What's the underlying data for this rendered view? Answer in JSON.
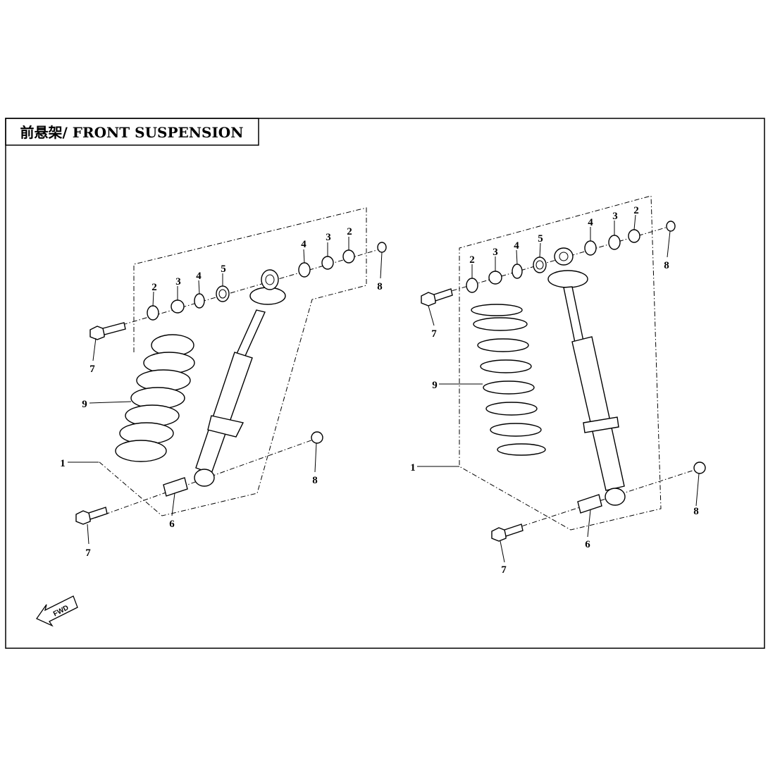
{
  "title": "前悬架/ FRONT SUSPENSION",
  "fwd_label": "FWD",
  "left_assembly": {
    "callouts": {
      "c2a": "2",
      "c3a": "3",
      "c4a": "4",
      "c5": "5",
      "c4b": "4",
      "c3b": "3",
      "c2b": "2",
      "c8top": "8",
      "c7top": "7",
      "c9": "9",
      "c1": "1",
      "c8bot": "8",
      "c6": "6",
      "c7bot": "7"
    }
  },
  "right_assembly": {
    "callouts": {
      "c2a": "2",
      "c3a": "3",
      "c4a": "4",
      "c5": "5",
      "c4b": "4",
      "c3b": "3",
      "c2b": "2",
      "c8top": "8",
      "c7top": "7",
      "c9": "9",
      "c1": "1",
      "c8bot": "8",
      "c6": "6",
      "c7bot": "7"
    }
  }
}
